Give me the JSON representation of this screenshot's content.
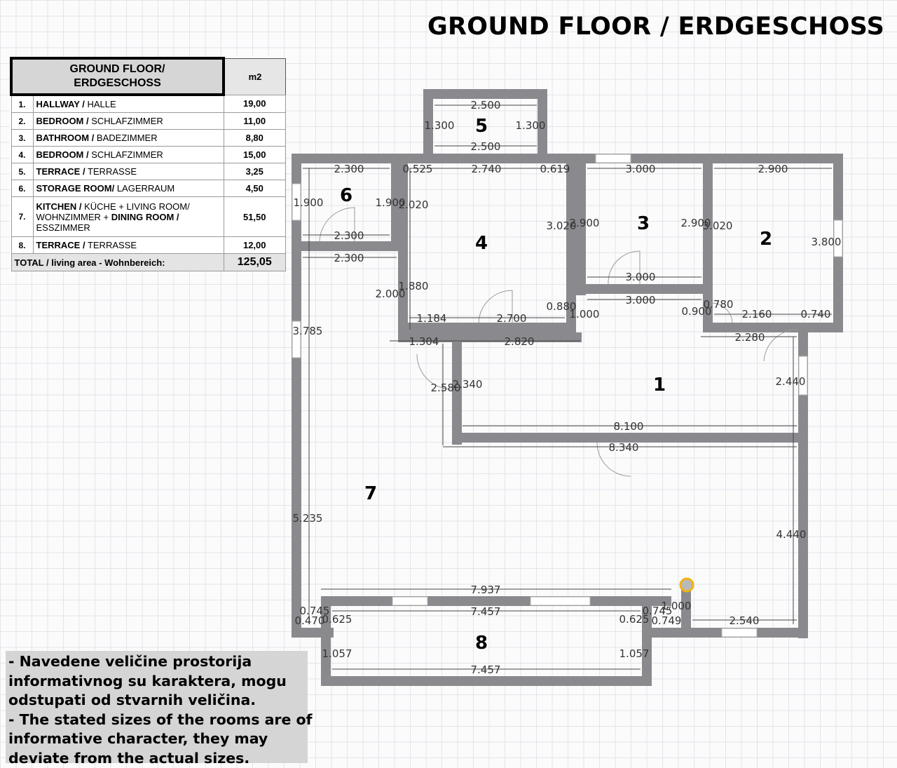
{
  "title": "GROUND FLOOR / ERDGESCHOSS",
  "table": {
    "header_line1": "GROUND FLOOR/",
    "header_line2": "ERDGESCHOSS",
    "unit": "m2",
    "rows": [
      {
        "num": "1.",
        "bold": "HALLWAY /",
        "rest": " HALLE",
        "value": "19,00"
      },
      {
        "num": "2.",
        "bold": "BEDROOM /",
        "rest": " SCHLAFZIMMER",
        "value": "11,00"
      },
      {
        "num": "3.",
        "bold": "BATHROOM /",
        "rest": " BADEZIMMER",
        "value": "8,80"
      },
      {
        "num": "4.",
        "bold": "BEDROOM /",
        "rest": " SCHLAFZIMMER",
        "value": "15,00"
      },
      {
        "num": "5.",
        "bold": "TERRACE /",
        "rest": " TERRASSE",
        "value": "3,25"
      },
      {
        "num": "6.",
        "bold": "STORAGE ROOM/",
        "rest": " LAGERRAUM",
        "value": "4,50"
      },
      {
        "num": "7.",
        "bold": "KITCHEN /",
        "rest": " KÜCHE + LIVING ROOM/",
        "line2a": "WOHNZIMMER + ",
        "line2b": "DINING ROOM /",
        "line3": "ESSZIMMER",
        "value": "51,50"
      },
      {
        "num": "8.",
        "bold": "TERRACE /",
        "rest": " TERRASSE",
        "value": "12,00"
      }
    ],
    "total_label": "TOTAL / living area - Wohnbereich:",
    "total_value": "125,05"
  },
  "notes": [
    "- Navedene veličine prostorija",
    "informativnog su karaktera, mogu",
    "odstupati od stvarnih veličina.",
    "- The stated sizes of the rooms are of",
    "informative character, they may",
    "deviate from the actual sizes."
  ],
  "rooms": [
    "1",
    "2",
    "3",
    "4",
    "5",
    "6",
    "7",
    "8"
  ],
  "dimensions": {
    "t5_top": "2.500",
    "t5_left": "1.300",
    "t5_right": "1.300",
    "t5_bottom": "2.500",
    "r6_top": "2.300",
    "r6_left": "1.900",
    "r6_right": "1.900",
    "r6_bottom1": "2.300",
    "r6_bottom2": "2.300",
    "r4_top_a": "0.525",
    "r4_top_b": "2.740",
    "r4_top_c": "0.619",
    "r4_left": "2.020",
    "r4_right": "3.020",
    "r4_lower_left": "1.880",
    "r4_bottom_a": "1.184",
    "r4_bottom_b": "2.700",
    "r4_bottom_c": "0.880",
    "r4_out_left": "2.000",
    "r4_out_bottom_a": "1.304",
    "r4_out_bottom_b": "2.820",
    "r3_top": "3.000",
    "r3_left": "2.900",
    "r3_right": "2.900",
    "r3_bottom1": "3.000",
    "r3_bottom2": "3.000",
    "r3_corner": "1.000",
    "r2_top": "2.900",
    "r2_left": "3.020",
    "r2_right": "3.800",
    "r2_bottom_a": "0.780",
    "r2_bottom_b": "2.160",
    "r2_bottom_c": "0.740",
    "r2_corner": "0.900",
    "r2_out_bottom": "2.280",
    "r1_left_a": "2.580",
    "r1_left_b": "2.340",
    "r1_right": "2.440",
    "r1_bottom1": "8.100",
    "r1_bottom2": "8.340",
    "r7_left_a": "3.785",
    "r7_left_b": "5.235",
    "r7_right": "4.440",
    "r7_bottom_a": "7.937",
    "r7_bottom_b": "7.457",
    "r7_bl_a": "0.745",
    "r7_bl_b": "0.470",
    "r7_bl_c": "0.625",
    "r7_br_a": "0.745",
    "r7_br_b": "0.625",
    "r7_br_c": "0.749",
    "r7_br_d": "1.000",
    "r7_br_e": "2.540",
    "t8_left": "1.057",
    "t8_right": "1.057",
    "t8_bottom": "7.457"
  }
}
